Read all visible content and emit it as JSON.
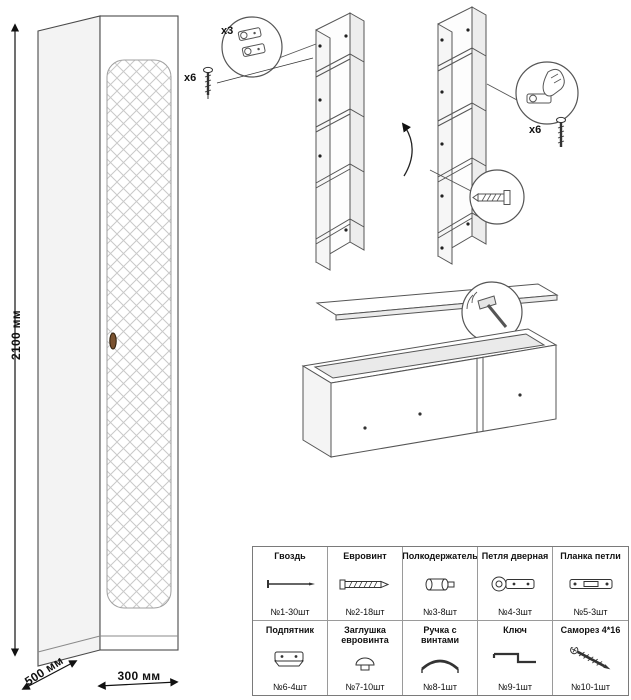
{
  "colors": {
    "line": "#444444",
    "light_line": "#8a8a8a",
    "quilt_pattern": "#c9c9c9",
    "handle": "#7a5230"
  },
  "dimensions": {
    "height": "2100 мм",
    "depth": "500 мм",
    "width": "300 мм"
  },
  "callouts": {
    "hinges_qty": "x3",
    "screws_left_qty": "x6",
    "screws_right_qty": "x6"
  },
  "parts_table": {
    "rows": [
      [
        {
          "name": "Гвоздь",
          "qty": "№1-30шт",
          "icon": "nail-icon"
        },
        {
          "name": "Евровинт",
          "qty": "№2-18шт",
          "icon": "euroscrew-icon"
        },
        {
          "name": "Полкодержатель",
          "qty": "№3-8шт",
          "icon": "shelf-support-icon"
        },
        {
          "name": "Петля дверная",
          "qty": "№4-3шт",
          "icon": "door-hinge-icon"
        },
        {
          "name": "Планка петли",
          "qty": "№5-3шт",
          "icon": "hinge-plate-icon"
        }
      ],
      [
        {
          "name": "Подпятник",
          "qty": "№6-4шт",
          "icon": "foot-icon"
        },
        {
          "name": "Заглушка евровинта",
          "qty": "№7-10шт",
          "icon": "cap-icon"
        },
        {
          "name": "Ручка с винтами",
          "qty": "№8-1шт",
          "icon": "handle-icon"
        },
        {
          "name": "Ключ",
          "qty": "№9-1шт",
          "icon": "key-icon"
        },
        {
          "name": "Саморез 4*16",
          "qty": "№10-1шт",
          "icon": "screw-icon"
        }
      ]
    ]
  }
}
